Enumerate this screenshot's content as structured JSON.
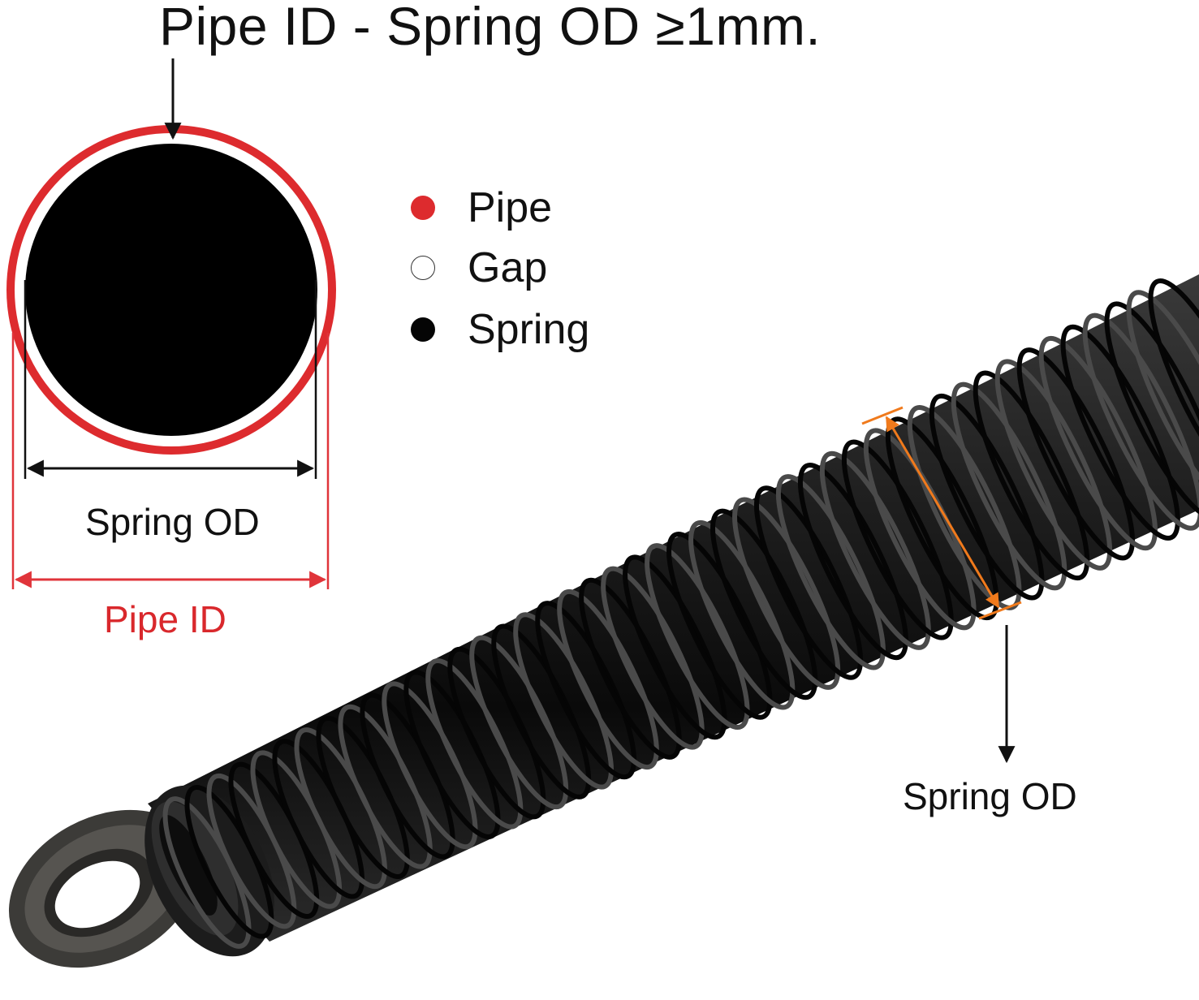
{
  "title": "Pipe ID - Spring OD ≥1mm.",
  "legend": [
    {
      "label": "Pipe",
      "swatch": "#dd2b2e",
      "filled": true
    },
    {
      "label": "Gap",
      "swatch": "#ffffff",
      "filled": false
    },
    {
      "label": "Spring",
      "swatch": "#050505",
      "filled": true
    }
  ],
  "cross_section": {
    "spring_od_label": "Spring OD",
    "pipe_id_label": "Pipe ID",
    "pipe_color": "#dd2b2e",
    "spring_color": "#000000",
    "dimension_color_pipe": "#e0343a",
    "dimension_color_spring": "#111111"
  },
  "photo": {
    "spring_od_label": "Spring OD",
    "measure_color": "#f07a1c",
    "coil_color": "#1a1a1a"
  },
  "icons": [
    "arrow-down-icon",
    "dimension-arrow-icon",
    "spring-coil-icon"
  ]
}
